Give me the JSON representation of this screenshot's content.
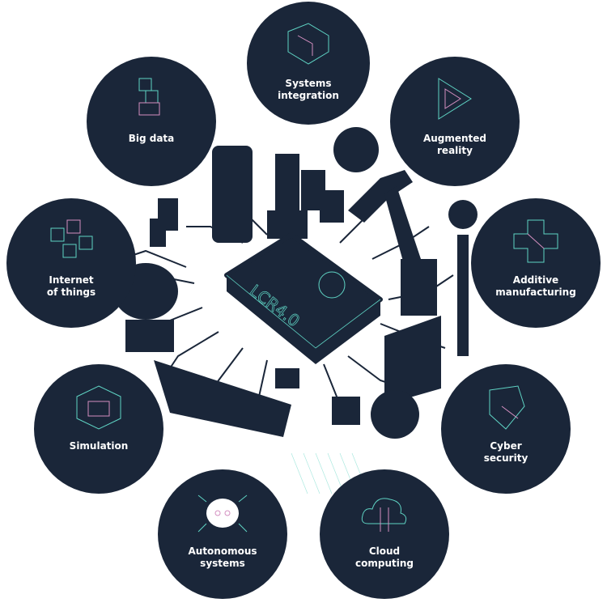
{
  "center": {
    "chip_label": "LCR4.0"
  },
  "colors": {
    "navy": "#1a2639",
    "teal": "#5fd4c4",
    "pink": "#d48fc0",
    "white": "#ffffff"
  },
  "nodes": [
    {
      "id": "systems-integration",
      "line1": "Systems",
      "line2": "integration",
      "icon": "impossible-shape-icon"
    },
    {
      "id": "big-data",
      "line1": "Big data",
      "line2": "",
      "icon": "stacked-blocks-icon"
    },
    {
      "id": "augmented-reality",
      "line1": "Augmented",
      "line2": "reality",
      "icon": "impossible-triangle-icon"
    },
    {
      "id": "internet-of-things",
      "line1": "Internet",
      "line2": "of things",
      "icon": "connected-cubes-icon"
    },
    {
      "id": "additive-manufacturing",
      "line1": "Additive",
      "line2": "manufacturing",
      "icon": "cross-block-icon"
    },
    {
      "id": "simulation",
      "line1": "Simulation",
      "line2": "",
      "icon": "hollow-cube-icon"
    },
    {
      "id": "cyber-security",
      "line1": "Cyber",
      "line2": "security",
      "icon": "shield-icon"
    },
    {
      "id": "autonomous-systems",
      "line1": "Autonomous",
      "line2": "systems",
      "icon": "robot-head-icon"
    },
    {
      "id": "cloud-computing",
      "line1": "Cloud",
      "line2": "computing",
      "icon": "cloud-icon"
    }
  ]
}
